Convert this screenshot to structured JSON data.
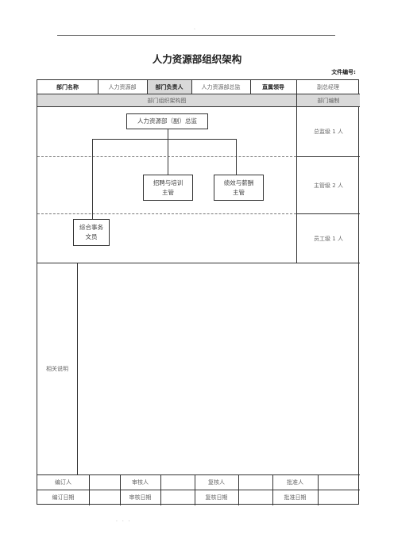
{
  "document": {
    "title": "人力资源部组织架构",
    "doc_no_label": "文件编号:",
    "header_mark": "·",
    "footer_marks": "· · ·"
  },
  "info_row": {
    "dept_name_label": "部门名称",
    "dept_name_value": "人力资源部",
    "head_label": "部门负责人",
    "head_value": "人力资源部总监",
    "leader_label": "直属领导",
    "leader_value": "副总经理"
  },
  "section_headers": {
    "chart": "部门组织架构图",
    "staffing": "部门编制"
  },
  "org_chart": {
    "top": "人力资源部（副）总监",
    "recruit": [
      "招聘与培训",
      "主管"
    ],
    "perf": [
      "绩效与薪酬",
      "主管"
    ],
    "clerk": [
      "综合事务",
      "文员"
    ]
  },
  "staffing": {
    "director": "总监级 1 人",
    "manager": "主管级 2 人",
    "staff": "员工级 1 人"
  },
  "notes_label": "相关说明",
  "signoff": {
    "row1": [
      "编订人",
      "审核人",
      "复核人",
      "批准人"
    ],
    "row2": [
      "编订日期",
      "审核日期",
      "复核日期",
      "批准日期"
    ]
  }
}
